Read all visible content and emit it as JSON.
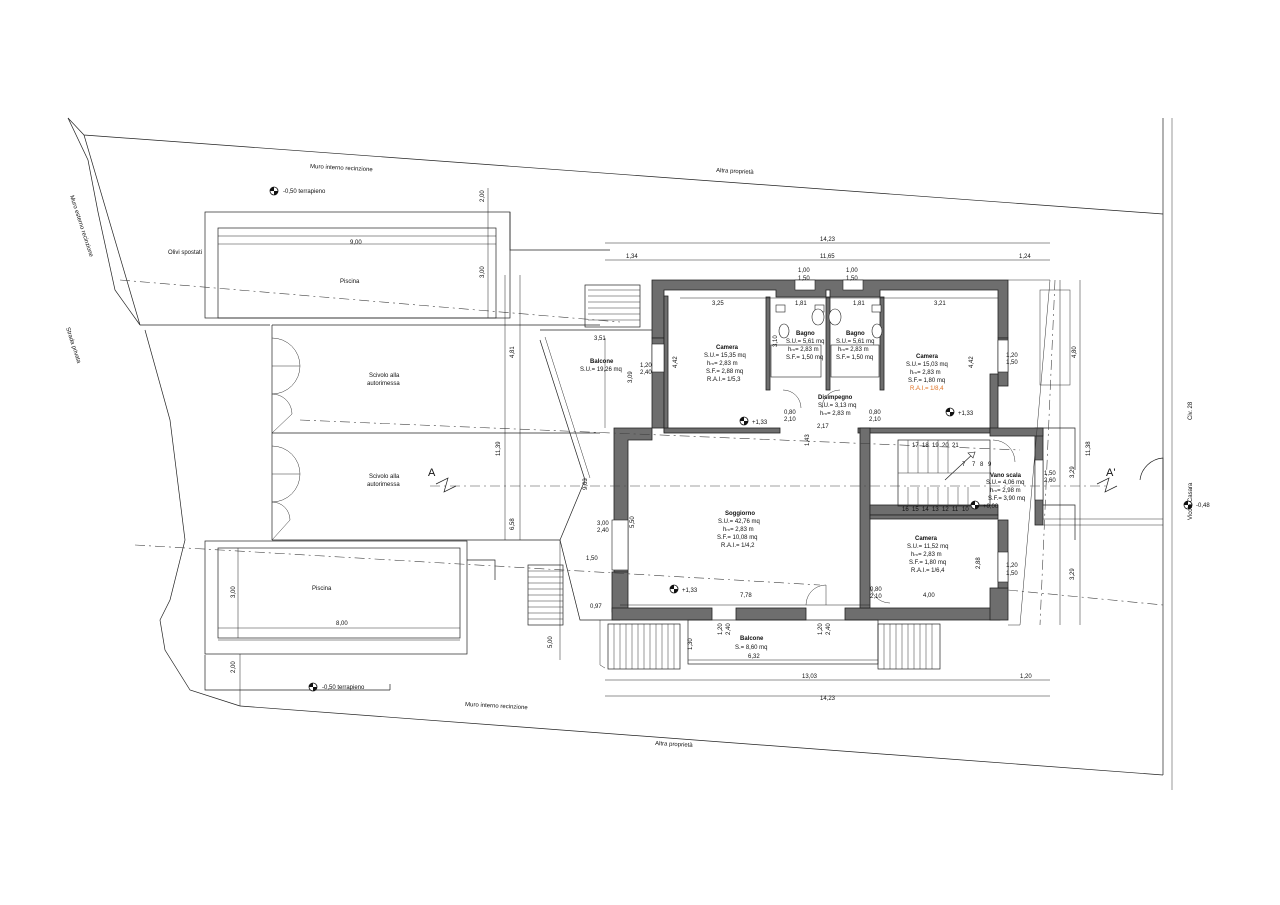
{
  "site": {
    "wall_inner_top": "Muro interno recinzione",
    "wall_inner_bottom": "Muro interno recinzione",
    "wall_outer": "Muro esterno recinzione",
    "altra_top": "Altra proprietà",
    "altra_bottom": "Altra proprietà",
    "strada": "Strada privata",
    "vicolo": "Vicolo Casara",
    "civ": "Civ. 28",
    "olivi": "Olivi spostati",
    "terrapieno_top": "-0,50 terrapieno",
    "terrapieno_bottom": "-0,50 terrapieno",
    "level_right": "-0,48"
  },
  "section": {
    "a": "A",
    "a_prime": "A'"
  },
  "outdoor": {
    "pool_top": "Piscina",
    "pool_bottom": "Piscina",
    "ramp_1a": "Scivolo alla",
    "ramp_1b": "autorimessa",
    "ramp_2a": "Scivolo alla",
    "ramp_2b": "autorimessa"
  },
  "rooms": {
    "balcone_w": {
      "name": "Balcone",
      "l1": "S.U.= 19,26 mq"
    },
    "camera_nw": {
      "name": "Camera",
      "l1": "S.U.= 15,35 mq",
      "l2": "hₘ= 2,83 m",
      "l3": "S.F.= 2,88 mq",
      "l4": "R.A.I.= 1/5,3"
    },
    "bagno_1": {
      "name": "Bagno",
      "l1": "S.U.= 5,61 mq",
      "l2": "hₘ= 2,83 m",
      "l3": "S.F.= 1,50 mq"
    },
    "bagno_2": {
      "name": "Bagno",
      "l1": "S.U.= 5,61 mq",
      "l2": "hₘ= 2,83 m",
      "l3": "S.F.= 1,50 mq"
    },
    "camera_ne": {
      "name": "Camera",
      "l1": "S.U.= 15,03 mq",
      "l2": "hₘ= 2,83 m",
      "l3": "S.F.= 1,80 mq",
      "l4": "R.A.I.= 1/8,4"
    },
    "disimpegno": {
      "name": "Disimpegno",
      "l1": "S.U.= 3,13 mq",
      "l2": "hₘ= 2,83 m"
    },
    "soggiorno": {
      "name": "Soggiorno",
      "l1": "S.U.= 42,76 mq",
      "l2": "hₘ= 2,83 m",
      "l3": "S.F.= 10,08 mq",
      "l4": "R.A.I.= 1/4,2"
    },
    "vano_scala": {
      "name": "Vano scala",
      "l1": "S.U.= 4,06 mq",
      "l2": "hₘ= 2,98 m",
      "l3": "S.F.= 3,90 mq"
    },
    "camera_se": {
      "name": "Camera",
      "l1": "S.U.= 11,52 mq",
      "l2": "hₘ= 2,83 m",
      "l3": "S.F.= 1,80 mq",
      "l4": "R.A.I.= 1/6,4"
    },
    "balcone_s": {
      "name": "Balcone",
      "l1": "S.= 8,60 mq"
    }
  },
  "levels": {
    "l_camera_nw": "+1,33",
    "l_camera_ne": "+1,33",
    "l_soggiorno": "+1,33",
    "l_scala": "+0,00"
  },
  "stairs": {
    "upper": [
      "17",
      "18",
      "19",
      "20",
      "21"
    ],
    "mid": [
      "7",
      "7",
      "8",
      "9"
    ],
    "lower": [
      "16",
      "15",
      "14",
      "13",
      "12",
      "11",
      "10"
    ]
  },
  "dims": {
    "d_1423_top": "14,23",
    "d_1423_bot": "14,23",
    "d_1165": "11,65",
    "d_134": "1,34",
    "d_124": "1,24",
    "d_1303": "13,03",
    "d_120_bot": "1,20",
    "d_900": "9,00",
    "d_800": "8,00",
    "d_300_pool1": "3,00",
    "d_300_pool2": "3,00",
    "d_200_top": "2,00",
    "d_200_bot": "2,00",
    "d_325": "3,25",
    "d_181a": "1,81",
    "d_181b": "1,81",
    "d_321": "3,21",
    "d_100a": "1,00",
    "d_150a": "1,50",
    "d_100b": "1,00",
    "d_150b": "1,50",
    "d_351": "3,51",
    "d_481_l": "4,81",
    "d_480_r": "4,80",
    "d_1139_l": "11,39",
    "d_1138_r": "11,38",
    "d_658": "6,58",
    "d_500": "5,00",
    "d_442_l": "4,42",
    "d_442_r": "4,42",
    "d_309": "3,09",
    "d_310": "3,10",
    "d_120_240": "1,20",
    "d_240": "2,40",
    "d_120_150_r": "1,20",
    "d_150_r": "1,50",
    "d_080_210_a": "0,80",
    "d_210_a": "2,10",
    "d_080_210_b": "0,80",
    "d_210_b": "2,10",
    "d_217": "2,17",
    "d_143": "1,43",
    "d_963": "9,63",
    "d_300_550": "3,00",
    "d_240b": "2,40",
    "d_550": "5,50",
    "d_150_w": "1,50",
    "d_097": "0,97",
    "d_778": "7,78",
    "d_080_210_c": "0,80",
    "d_210_c": "2,10",
    "d_400": "4,00",
    "d_288": "2,88",
    "d_120_150_se": "1,20",
    "d_150_se": "1,50",
    "d_150_260": "1,50",
    "d_260": "2,60",
    "d_329_a": "3,29",
    "d_329_b": "3,29",
    "d_130": "1,30",
    "d_632": "6,32",
    "d_120_240_s1": "1,20",
    "d_240_s1": "2,40",
    "d_120_240_s2": "1,20",
    "d_240_s2": "2,40"
  },
  "colors": {
    "wall": "#6e6e6e",
    "rai_highlight": "#e07020",
    "line": "#222222"
  }
}
